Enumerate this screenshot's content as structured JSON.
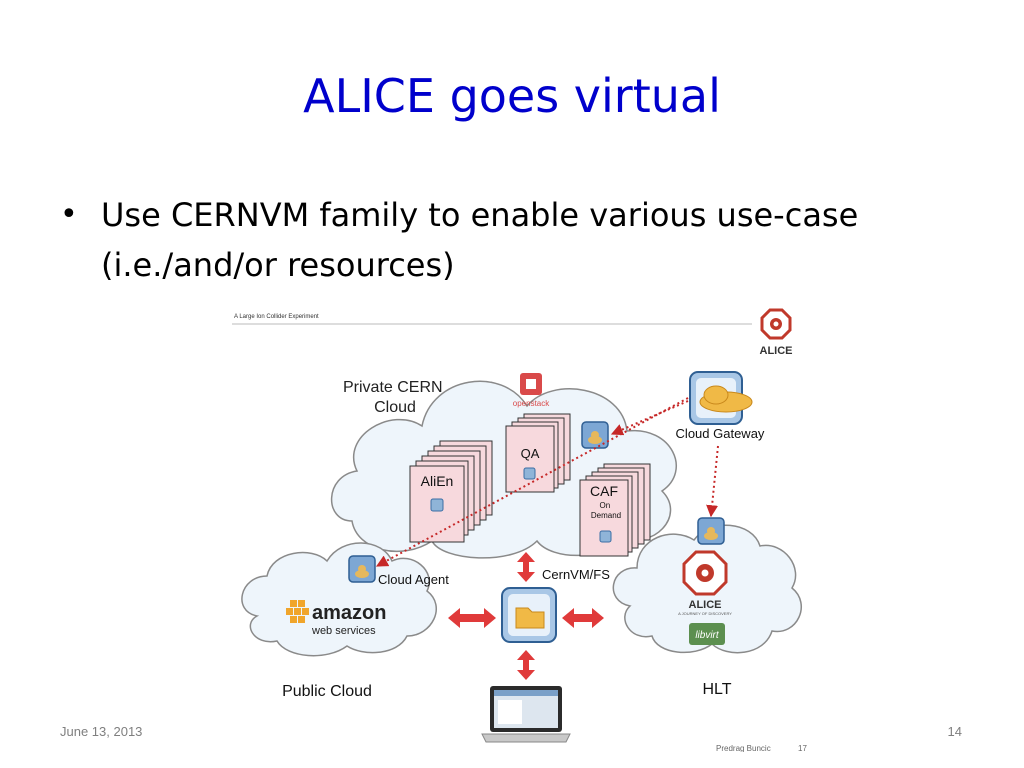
{
  "colors": {
    "title": "#0000cc",
    "cloud_fill": "#eef5fb",
    "cloud_stroke": "#8a8a8a",
    "stack_fill": "#f7d9dd",
    "arrow_red": "#e03a3a",
    "dotted_link": "#c62828",
    "alice_red": "#c0392b"
  },
  "slide": {
    "title": "ALICE goes virtual",
    "bullets": [
      "Use CERNVM family to enable various use-case (i.e./and/or resources)"
    ],
    "footer": {
      "date": "June 13, 2013",
      "page_number": "14"
    }
  },
  "diagram": {
    "header_text": "A Large Ion Collider Experiment",
    "alice_logo_text": "ALICE",
    "private_cloud_label": [
      "Private CERN",
      "Cloud"
    ],
    "openstack_label": "openstack",
    "qa_label": "QA",
    "alien_label": "AliEn",
    "caf_label": "CAF",
    "caf_sub": [
      "On",
      "Demand"
    ],
    "cloud_gateway_label": "Cloud Gateway",
    "cloud_agent_label": "Cloud Agent",
    "cernvmfs_label": "CernVM/FS",
    "amazon_label": "amazon",
    "webservices_label": "web services",
    "public_cloud_label": "Public Cloud",
    "hlt_alice_text": "ALICE",
    "hlt_alice_sub": "A JOURNEY OF DISCOVERY",
    "libvirt_label": "libvirt",
    "hlt_label": "HLT",
    "author_footer": "Predrag Buncic",
    "author_page": "17"
  }
}
